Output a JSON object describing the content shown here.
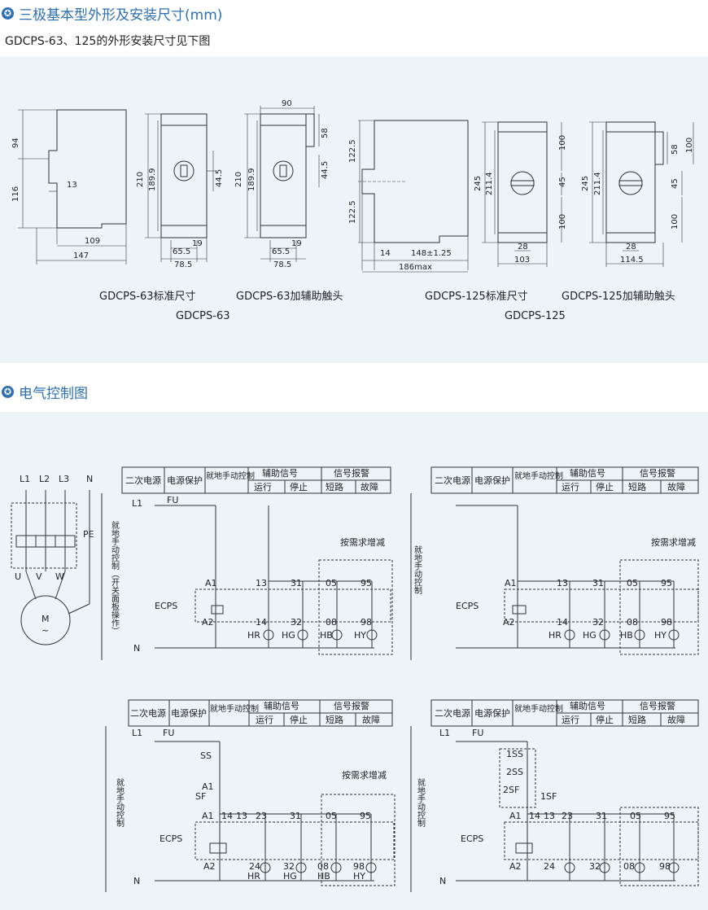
{
  "section1": {
    "title": "三极基本型外形及安装尺寸(mm)",
    "icon": "star-icon"
  },
  "subtitle": "GDCPS-63、125的外形安装尺寸见下图",
  "dims63": {
    "d94": "94",
    "d116": "116",
    "d13": "13",
    "d109": "109",
    "d147": "147",
    "d210": "210",
    "d1899": "189.9",
    "d445": "44.5",
    "d19": "19",
    "d655": "65.5",
    "d785": "78.5",
    "d90": "90",
    "d58": "58"
  },
  "dims125": {
    "d1225": "122.5",
    "d14": "14",
    "d148": "148±1.25",
    "d186": "186max",
    "d245": "245",
    "d2114": "211.4",
    "d100": "100",
    "d45": "45",
    "d28": "28",
    "d103": "103",
    "d1145": "114.5",
    "d58": "58"
  },
  "captions": {
    "c1": "GDCPS-63标准尺寸",
    "c2": "GDCPS-63加辅助触头",
    "c3": "GDCPS-63",
    "c4": "GDCPS-125标准尺寸",
    "c5": "GDCPS-125加辅助触头",
    "c6": "GDCPS-125"
  },
  "section2": {
    "title": "电气控制图",
    "icon": "star-icon"
  },
  "table": {
    "h1": "二次电源",
    "h2": "电源保护",
    "h3": "就地手动控制",
    "h4": "辅助信号",
    "h5": "信号报警",
    "s1": "运行",
    "s2": "停止",
    "s3": "短路",
    "s4": "故障"
  },
  "labels": {
    "L1": "L1",
    "L2": "L2",
    "L3": "L3",
    "N": "N",
    "PE": "PE",
    "U": "U",
    "V": "V",
    "W": "W",
    "M": "M",
    "tilde": "~",
    "FU": "FU",
    "A1": "A1",
    "A2": "A2",
    "ECPS": "ECPS",
    "t13": "13",
    "t14": "14",
    "t31": "31",
    "t32": "32",
    "t05": "05",
    "t08": "08",
    "t95": "95",
    "t98": "98",
    "t23": "23",
    "t24": "24",
    "HR": "HR",
    "HG": "HG",
    "HB": "HB",
    "HY": "HY",
    "SS": "SS",
    "SF": "SF",
    "SS1": "1SS",
    "SS2": "2SS",
    "SF2": "2SF",
    "SF1": "1SF",
    "note": "按需求增减",
    "vert1": "就地手动控制（开关面板操作）",
    "vert2": "就地手动控制"
  }
}
